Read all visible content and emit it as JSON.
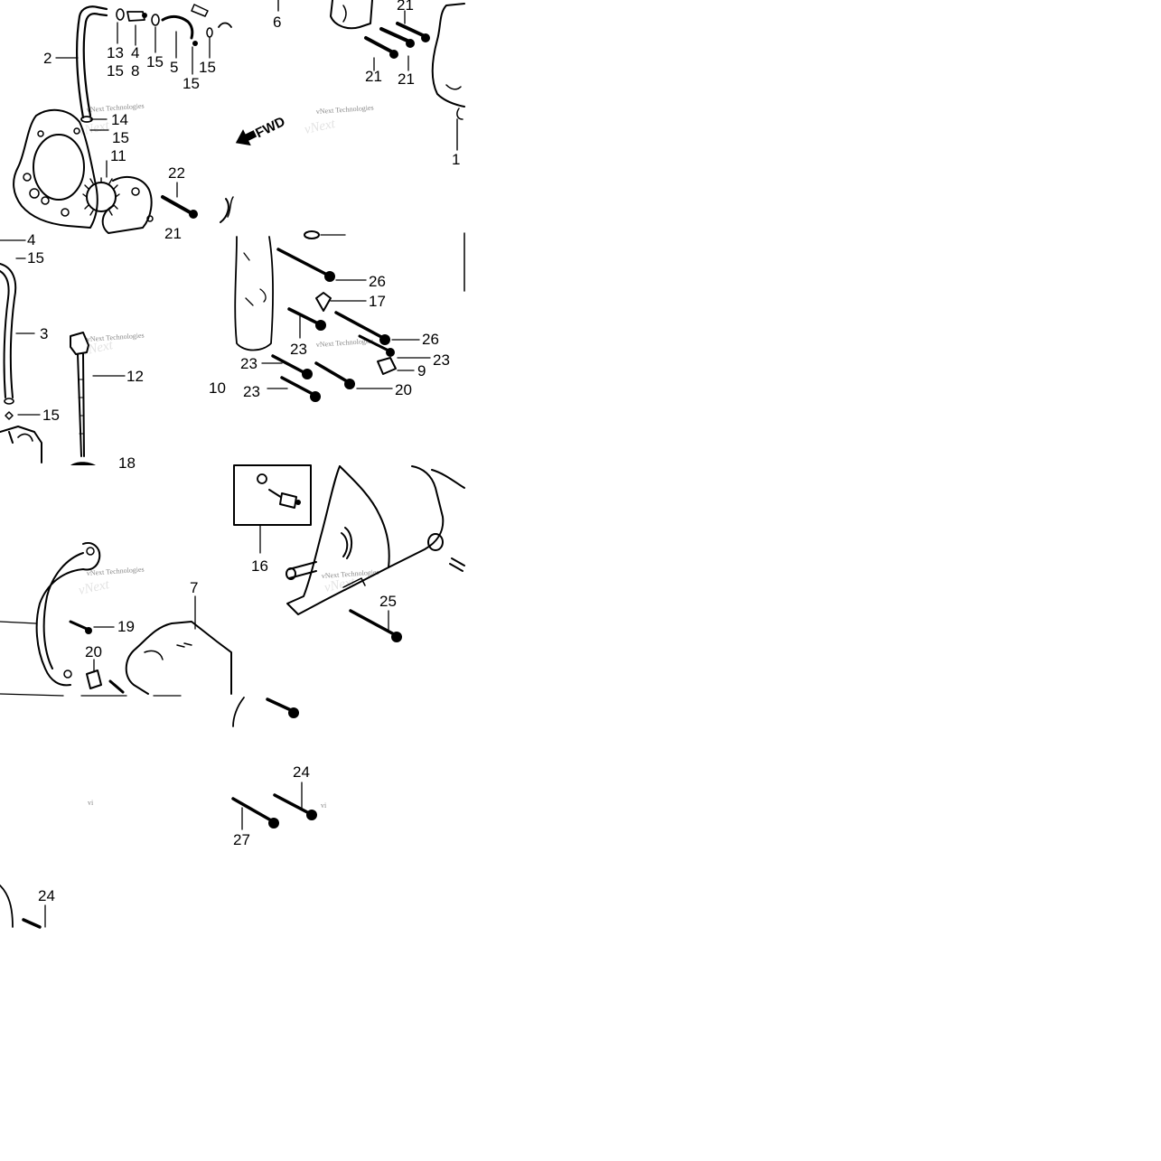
{
  "colors": {
    "ink": "#000000",
    "background": "#ffffff",
    "watermark": "#8a8a8a"
  },
  "diagram": {
    "fwd_label": "FWD",
    "watermark": "vNext Technologies",
    "watermark_fragment": "vi",
    "callouts": [
      "2",
      "13",
      "15",
      "4",
      "8",
      "15",
      "5",
      "15",
      "15",
      "14",
      "15",
      "11",
      "22",
      "21",
      "4",
      "6",
      "21",
      "21",
      "21",
      "1",
      "15",
      "3",
      "12",
      "15",
      "18",
      "16",
      "26",
      "17",
      "23",
      "26",
      "23",
      "23",
      "9",
      "10",
      "23",
      "20",
      "19",
      "20",
      "7",
      "25",
      "24",
      "27",
      "24"
    ]
  }
}
